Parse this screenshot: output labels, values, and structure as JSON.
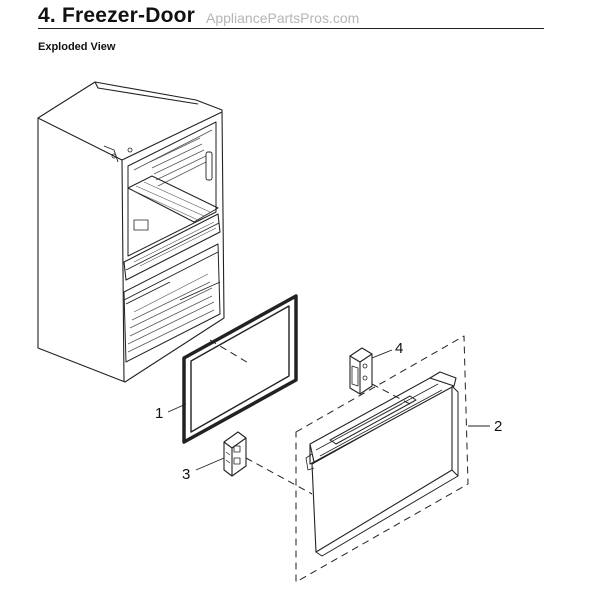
{
  "header": {
    "title": "4.  Freezer-Door",
    "watermark": "AppliancePartsPros.com"
  },
  "subtitle": "Exploded View",
  "callouts": {
    "gasket": "1",
    "door_assembly": "2",
    "left_bracket": "3",
    "right_bracket": "4"
  },
  "colors": {
    "line": "#222222",
    "interior_lines": "#555555",
    "watermark": "#b5b5b5"
  }
}
